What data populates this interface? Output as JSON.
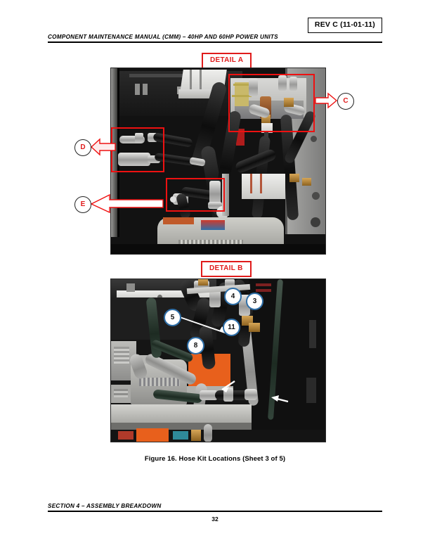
{
  "document": {
    "revision_badge": "REV C (11-01-11)",
    "header_title": "COMPONENT MAINTENANCE MANUAL (CMM) – 40HP AND 60HP POWER UNITS",
    "footer_section": "SECTION 4 – ASSEMBLY BREAKDOWN",
    "page_number": "32",
    "figure_caption": "Figure 16.  Hose Kit Locations (Sheet 3 of 5)"
  },
  "colors": {
    "callout_red": "#e01b1b",
    "highlight_box_red": "#ee1111",
    "callout_blue": "#2f6fa8",
    "rule_black": "#000000"
  },
  "details": {
    "a": {
      "label": "DETAIL A",
      "callouts": [
        {
          "id": "C",
          "label": "C",
          "arrow": "right"
        },
        {
          "id": "D",
          "label": "D",
          "arrow": "left"
        },
        {
          "id": "E",
          "label": "E",
          "arrow": "left"
        }
      ],
      "highlight_boxes": 3
    },
    "b": {
      "label": "DETAIL B",
      "callouts": [
        {
          "id": "3",
          "label": "3"
        },
        {
          "id": "4",
          "label": "4"
        },
        {
          "id": "5",
          "label": "5",
          "arrow": "right"
        },
        {
          "id": "8",
          "label": "8"
        },
        {
          "id": "11",
          "label": "11"
        }
      ],
      "plain_arrows": 2
    }
  }
}
